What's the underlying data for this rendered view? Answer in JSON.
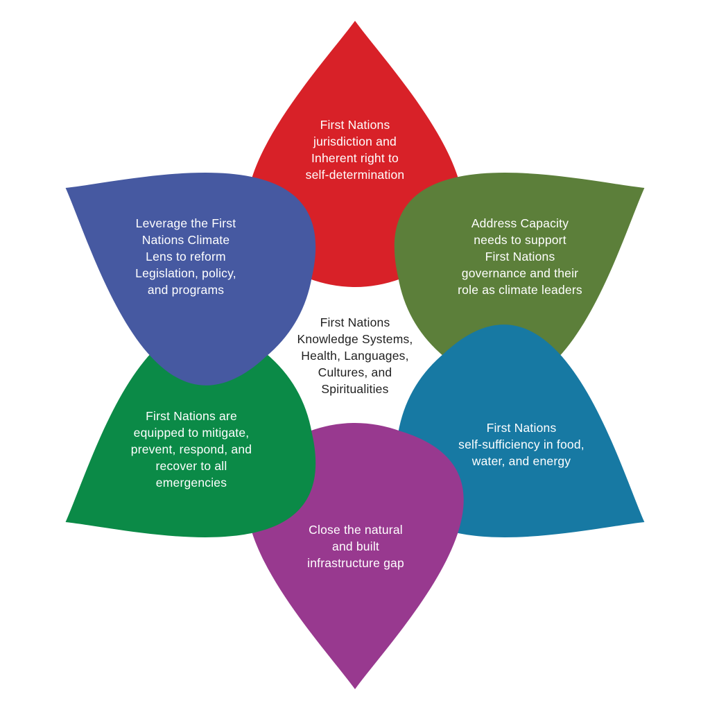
{
  "diagram": {
    "background": "#ffffff",
    "petal_text_color": "#ffffff",
    "center": {
      "label": "First Nations\nKnowledge Systems,\nHealth, Languages,\nCultures, and\nSpiritualities",
      "text_color": "#1f1f1f",
      "fill": "#ffffff"
    },
    "petals": [
      {
        "position": "top",
        "color": "#D82128",
        "label": "First Nations\njurisdiction and\nInherent right to\nself-determination"
      },
      {
        "position": "top-right",
        "color": "#5C7F3A",
        "label": "Address Capacity\nneeds to support\nFirst Nations\ngovernance and their\nrole as climate leaders"
      },
      {
        "position": "bottom-right",
        "color": "#1779A3",
        "label": "First Nations\nself-sufficiency in food,\nwater, and energy"
      },
      {
        "position": "bottom",
        "color": "#98398F",
        "label": "Close the natural\nand built\ninfrastructure gap"
      },
      {
        "position": "bottom-left",
        "color": "#0B8A47",
        "label": "First Nations are\nequipped to mitigate,\nprevent, respond, and\nrecover to all\nemergencies"
      },
      {
        "position": "top-left",
        "color": "#4659A1",
        "label": "Leverage the First\nNations Climate\nLens to reform\nLegislation, policy,\nand programs"
      }
    ]
  }
}
